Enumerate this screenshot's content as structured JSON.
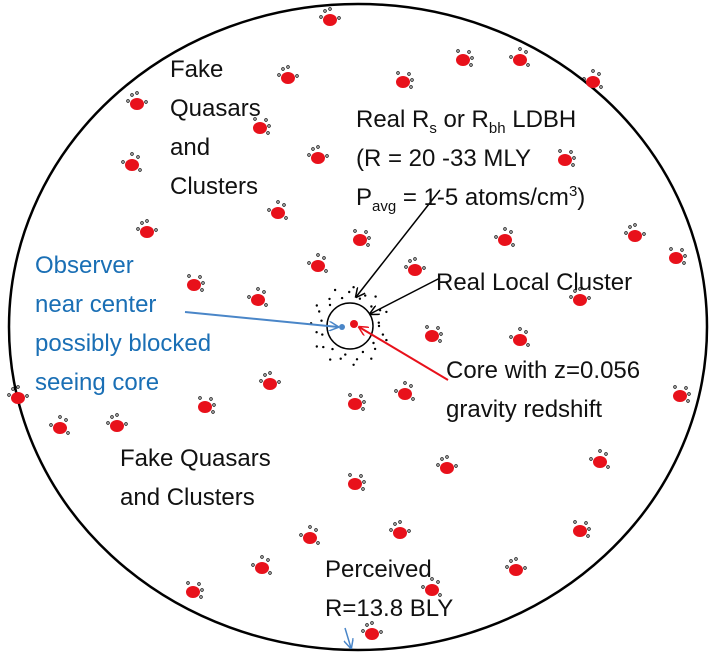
{
  "labels": {
    "fake_top": [
      "Fake",
      "Quasars",
      "and",
      "Clusters"
    ],
    "real_rs": {
      "line1": {
        "pre": "Real R",
        "sub1": "s",
        "mid": " or R",
        "sub2": "bh",
        "post": " LDBH"
      },
      "line2": "(R = 20 -33 MLY",
      "line3": {
        "pre": "P",
        "sub": "avg",
        "mid": " = 1-5 atoms/cm",
        "sup": "3",
        "post": ")"
      }
    },
    "observer": [
      "Observer",
      "near center",
      "possibly blocked",
      "seeing core"
    ],
    "local_cluster": "Real Local Cluster",
    "core": [
      "Core with z=0.056",
      "gravity redshift"
    ],
    "fake_bottom": [
      "Fake Quasars",
      "and Clusters"
    ],
    "perceived": [
      "Perceived",
      "R=13.8 BLY"
    ]
  },
  "colors": {
    "cluster": "#e8111b",
    "text": "#111111",
    "observer": "#1a6fb5",
    "arrow_black": "#000000",
    "arrow_red": "#e8111b",
    "arrow_blue": "#4a86c8"
  }
}
